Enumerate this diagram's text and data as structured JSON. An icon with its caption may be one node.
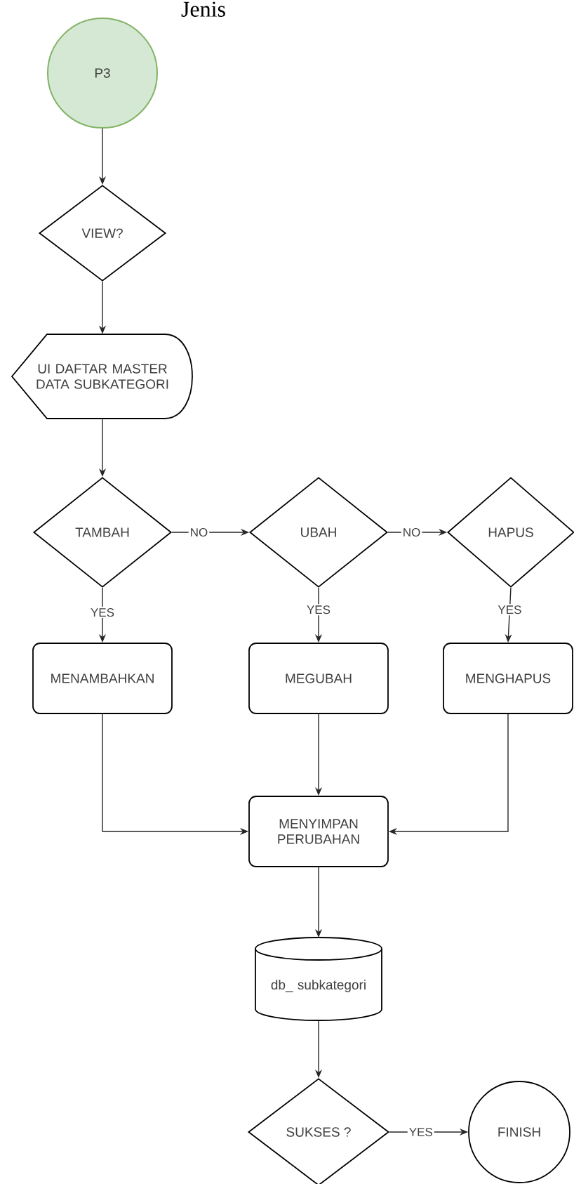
{
  "diagram": {
    "nodes": [
      {
        "text": [
          "P3"
        ]
      },
      {
        "text": [
          "VIEW?"
        ]
      },
      {
        "text": [
          "UI DAFTAR MASTER DATA SUBKATEGORI"
        ]
      },
      {
        "text": [
          "TAMBAH"
        ]
      },
      {
        "text": [
          "UBAH"
        ]
      },
      {
        "text": [
          "HAPUS"
        ]
      },
      {
        "text": [
          "MENAMBAHKAN"
        ]
      },
      {
        "text": [
          "MEGUBAH"
        ]
      },
      {
        "text": [
          "MENGHAPUS"
        ]
      },
      {
        "text": [
          "MENYIMPAN PERUBAHAN"
        ]
      },
      {
        "text": [
          "db_ subkategori"
        ]
      },
      {
        "text": [
          "SUKSES ?"
        ]
      },
      {
        "text": [
          "FINISH"
        ]
      }
    ],
    "edges": [
      {
        "from": 0,
        "to": 1,
        "arrow": "to"
      },
      {
        "from": 1,
        "to": 2,
        "arrow": "to"
      },
      {
        "from": 2,
        "to": 3,
        "arrow": "to"
      },
      {
        "from": 3,
        "to": 4,
        "arrow": "to",
        "label": "NO"
      },
      {
        "from": 4,
        "to": 5,
        "arrow": "to",
        "label": "NO"
      },
      {
        "from": 3,
        "to": 6,
        "arrow": "to",
        "label": "YES"
      },
      {
        "from": 4,
        "to": 7,
        "arrow": "to",
        "label": "YES"
      },
      {
        "from": 5,
        "to": 8,
        "arrow": "to",
        "label": "YES"
      },
      {
        "from": 6,
        "to": 9,
        "arrow": "to"
      },
      {
        "from": 7,
        "to": 9,
        "arrow": "to"
      },
      {
        "from": 8,
        "to": 9,
        "arrow": "to"
      },
      {
        "from": 9,
        "to": 10,
        "arrow": "to"
      },
      {
        "from": 10,
        "to": 11,
        "arrow": "to"
      },
      {
        "from": 11,
        "to": 12,
        "arrow": "to",
        "label": "YES"
      }
    ],
    "labels": [
      "Jenis"
    ]
  }
}
